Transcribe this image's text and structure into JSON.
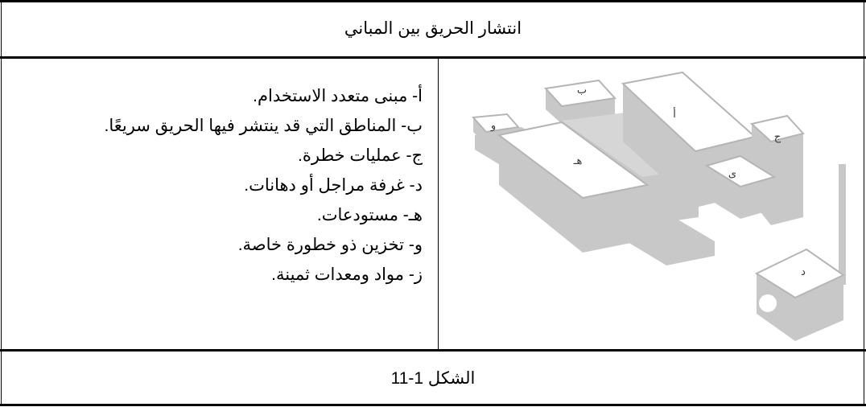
{
  "header": {
    "title": "انتشار الحريق بين المباني"
  },
  "legend": {
    "items": [
      "أ- مبنى متعدد الاستخدام.",
      "ب- المناطق التي قد ينتشر فيها الحريق سريعًا.",
      "ج- عمليات خطرة.",
      "د- غرفة مراجل أو دهانات.",
      "هـ- مستودعات.",
      "و- تخزين ذو خطورة خاصة.",
      "ز- مواد ومعدات ثمينة."
    ]
  },
  "figure": {
    "labels": {
      "a": "أ",
      "b": "ب",
      "j": "ج",
      "d": "د",
      "h": "هـ",
      "w": "و",
      "y": "ى"
    },
    "colors": {
      "building_side": "#c8c8c8",
      "building_top": "#ffffff",
      "outline": "#b5b5b5"
    }
  },
  "caption": {
    "text": "الشكل 1-11"
  }
}
